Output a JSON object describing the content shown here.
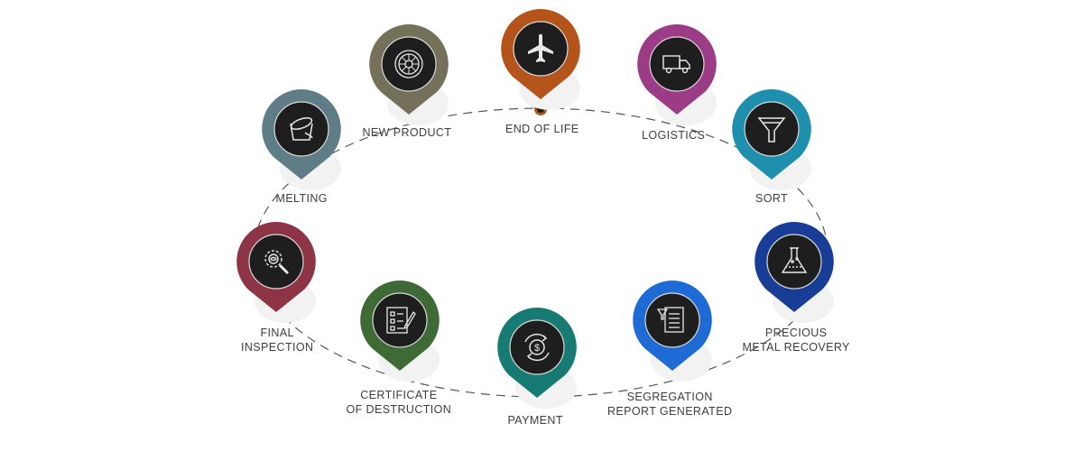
{
  "stages": [
    {
      "id": "end-of-life",
      "label_lines": [
        "END OF LIFE"
      ],
      "color": "#b5541a",
      "icon": "airplane-icon"
    },
    {
      "id": "logistics",
      "label_lines": [
        "LOGISTICS"
      ],
      "color": "#9c3b86",
      "icon": "truck-icon"
    },
    {
      "id": "sort",
      "label_lines": [
        "SORT"
      ],
      "color": "#1f8fae",
      "icon": "funnel-icon"
    },
    {
      "id": "precious-metal-recovery",
      "label_lines": [
        "PRECIOUS",
        "METAL RECOVERY"
      ],
      "color": "#173d96",
      "icon": "flask-icon"
    },
    {
      "id": "segregation-report-generated",
      "label_lines": [
        "SEGREGATION",
        "REPORT GENERATED"
      ],
      "color": "#1f6bd6",
      "icon": "report-icon"
    },
    {
      "id": "payment",
      "label_lines": [
        "PAYMENT"
      ],
      "color": "#177a73",
      "icon": "dollar-cycle-icon"
    },
    {
      "id": "certificate-of-destruction",
      "label_lines": [
        "CERTIFICATE",
        "OF DESTRUCTION"
      ],
      "color": "#3e6a35",
      "icon": "certificate-icon"
    },
    {
      "id": "final-inspection",
      "label_lines": [
        "FINAL",
        "INSPECTION"
      ],
      "color": "#8d3447",
      "icon": "gear-magnifier-icon"
    },
    {
      "id": "melting",
      "label_lines": [
        "MELTING"
      ],
      "color": "#5f7d87",
      "icon": "crucible-icon"
    },
    {
      "id": "new-product",
      "label_lines": [
        "NEW PRODUCT"
      ],
      "color": "#75705a",
      "icon": "turbine-icon"
    }
  ],
  "colors": {
    "icon_circle": "#1e1e1e",
    "icon_stroke": "#e8e8e8",
    "cycle_line": "#555555",
    "start_marker": "#b5541a"
  }
}
